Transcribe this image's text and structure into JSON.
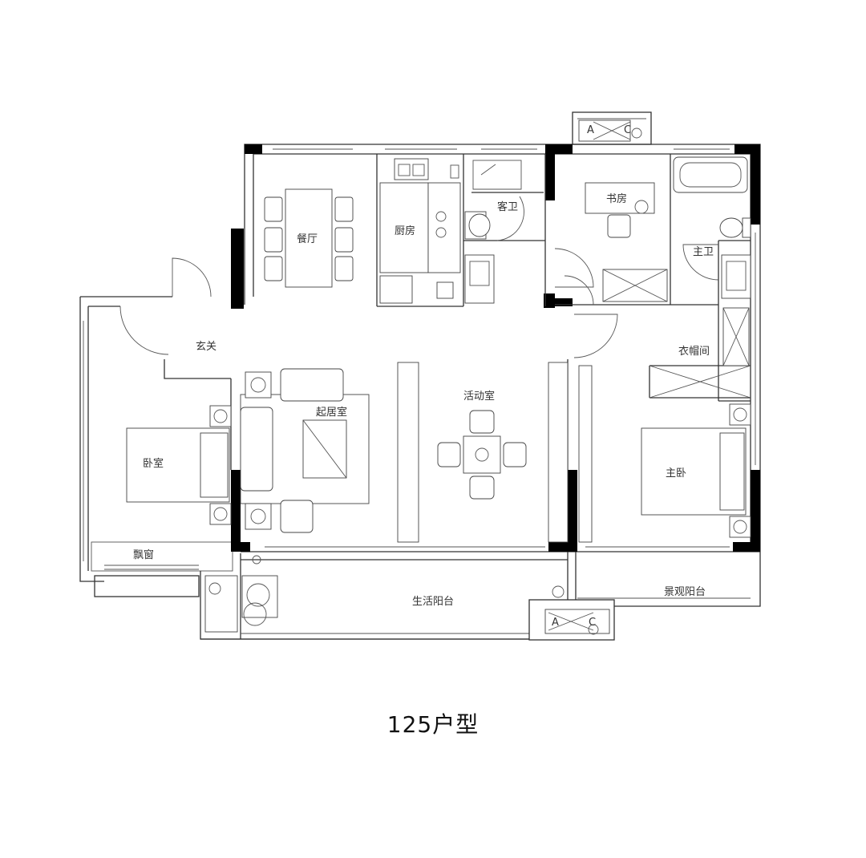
{
  "plan": {
    "title": "125户型",
    "rooms": {
      "dining": "餐厅",
      "kitchen": "厨房",
      "guest_bath": "客卫",
      "study": "书房",
      "master_bath": "主卫",
      "entrance": "玄关",
      "cloakroom": "衣帽间",
      "activity_room": "活动室",
      "living_room": "起居室",
      "bedroom": "卧室",
      "master_bedroom": "主卧",
      "bay_window": "飘窗",
      "utility_balcony": "生活阳台",
      "view_balcony": "景观阳台"
    },
    "ac_labels": [
      "A",
      "C",
      "A",
      "C"
    ]
  },
  "colors": {
    "wall": "#333333",
    "pillar": "#000000",
    "background": "#ffffff"
  }
}
